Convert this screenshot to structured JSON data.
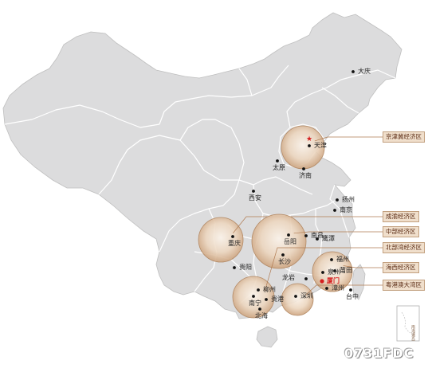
{
  "colors": {
    "land": "#dcdcdd",
    "border": "#ffffff",
    "outline": "#bfbfbf",
    "zone_fill_inner": "#fbf3ea",
    "zone_fill_outer": "#cda47f",
    "zone_stroke": "#b38a66",
    "leader": "#b07b52",
    "label_bg": "#f0dfcc",
    "label_text": "#5a2b14",
    "highlight": "#d51f1f"
  },
  "cities": [
    {
      "id": "daqing",
      "name": "大庆"
    },
    {
      "id": "tianjin",
      "name": "天津",
      "marker": "star"
    },
    {
      "id": "taiyuan",
      "name": "太原"
    },
    {
      "id": "jinan",
      "name": "济南"
    },
    {
      "id": "xian",
      "name": "西安"
    },
    {
      "id": "yangzhou",
      "name": "扬州"
    },
    {
      "id": "nanjing",
      "name": "南京"
    },
    {
      "id": "chongqing",
      "name": "重庆"
    },
    {
      "id": "yueyang",
      "name": "岳阳"
    },
    {
      "id": "nanchang",
      "name": "南昌"
    },
    {
      "id": "yingtan",
      "name": "鹰潭"
    },
    {
      "id": "changsha",
      "name": "长沙"
    },
    {
      "id": "guiyang",
      "name": "贵阳"
    },
    {
      "id": "fuzhou",
      "name": "福州"
    },
    {
      "id": "quanzhou",
      "name": "泉州"
    },
    {
      "id": "putian",
      "name": "莆田"
    },
    {
      "id": "longyan",
      "name": "龙岩"
    },
    {
      "id": "xiamen",
      "name": "厦门",
      "highlight": true
    },
    {
      "id": "zhangzhou",
      "name": "漳州"
    },
    {
      "id": "taizhong",
      "name": "台中"
    },
    {
      "id": "liuzhou",
      "name": "柳州"
    },
    {
      "id": "nanning",
      "name": "南宁"
    },
    {
      "id": "guigang",
      "name": "贵港"
    },
    {
      "id": "beihai",
      "name": "北海"
    },
    {
      "id": "shenzhen",
      "name": "深圳"
    }
  ],
  "zones": [
    {
      "id": "jingjinji",
      "label": "京津冀经济区"
    },
    {
      "id": "chengyu",
      "label": "成渝经济区"
    },
    {
      "id": "zhongbu",
      "label": "中部经济区"
    },
    {
      "id": "beibuwan",
      "label": "北部湾经济区"
    },
    {
      "id": "haixi",
      "label": "海西经济区"
    },
    {
      "id": "yuegangao",
      "label": "粤港澳大湾区"
    }
  ],
  "inset_caption": "南海诸岛",
  "watermark": "0731FDC"
}
